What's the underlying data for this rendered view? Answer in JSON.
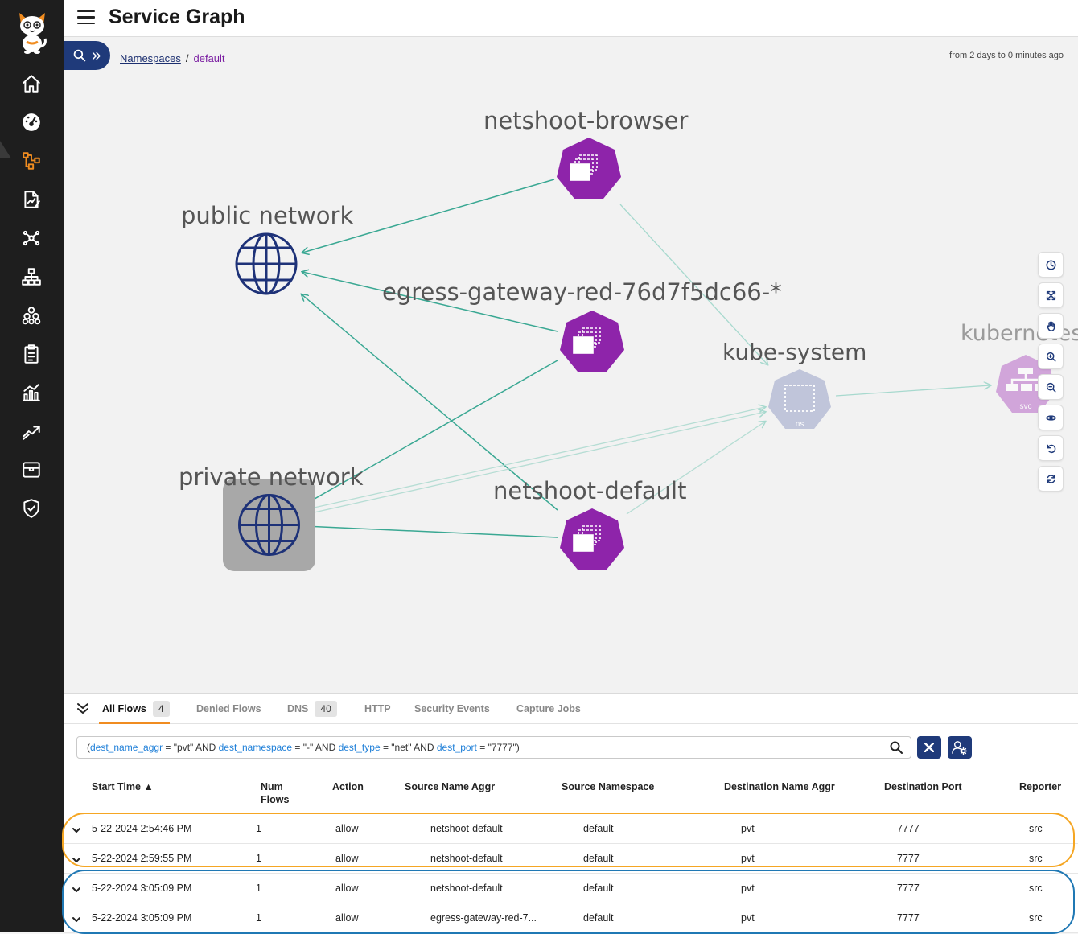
{
  "header": {
    "title": "Service Graph"
  },
  "breadcrumb": {
    "root": "Namespaces",
    "separator": "/",
    "current": "default"
  },
  "time_range": "from 2 days to 0 minutes ago",
  "graph": {
    "nodes": [
      {
        "label": "netshoot-browser",
        "type": "workload"
      },
      {
        "label": "public network",
        "type": "network"
      },
      {
        "label": "egress-gateway-red-76d7f5dc66-*",
        "type": "workload"
      },
      {
        "label": "kube-system",
        "type": "namespace",
        "badge": "ns"
      },
      {
        "label": "kubernetes",
        "type": "service",
        "badge": "svc"
      },
      {
        "label": "private network",
        "type": "network"
      },
      {
        "label": "netshoot-default",
        "type": "workload"
      }
    ]
  },
  "sidebar": {
    "items": [
      {
        "icon": "home-icon"
      },
      {
        "icon": "dashboard-icon"
      },
      {
        "icon": "service-graph-icon",
        "active": true
      },
      {
        "icon": "policy-icon"
      },
      {
        "icon": "network-icon"
      },
      {
        "icon": "hierarchy-icon"
      },
      {
        "icon": "cluster-icon"
      },
      {
        "icon": "clipboard-icon"
      },
      {
        "icon": "bar-chart-icon"
      },
      {
        "icon": "trend-icon"
      },
      {
        "icon": "box-icon"
      },
      {
        "icon": "shield-check-icon"
      }
    ]
  },
  "toolbar": [
    "clock-icon",
    "fit-icon",
    "pan-icon",
    "zoom-in-icon",
    "zoom-out-icon",
    "eye-icon",
    "undo-icon",
    "refresh-icon"
  ],
  "tabs": [
    {
      "label": "All Flows",
      "count": "4",
      "active": true
    },
    {
      "label": "Denied Flows"
    },
    {
      "label": "DNS",
      "count": "40"
    },
    {
      "label": "HTTP"
    },
    {
      "label": "Security Events"
    },
    {
      "label": "Capture Jobs"
    }
  ],
  "filter": {
    "open": "(",
    "k1": "dest_name_aggr",
    "v1": " = \"pvt\" AND ",
    "k2": "dest_namespace",
    "v2": " = \"-\" AND ",
    "k3": "dest_type",
    "v3": " = \"net\" AND ",
    "k4": "dest_port",
    "v4": " = \"7777\")"
  },
  "table": {
    "columns": {
      "start_time": "Start Time ▲",
      "num_flows": "Num\nFlows",
      "action": "Action",
      "source_name_aggr": "Source Name Aggr",
      "source_namespace": "Source Namespace",
      "destination_name_aggr": "Destination Name Aggr",
      "destination_port": "Destination Port",
      "reporter": "Reporter"
    },
    "rows": [
      {
        "start_time": "5-22-2024 2:54:46 PM",
        "num_flows": "1",
        "action": "allow",
        "source_name_aggr": "netshoot-default",
        "source_namespace": "default",
        "destination_name_aggr": "pvt",
        "destination_port": "7777",
        "reporter": "src"
      },
      {
        "start_time": "5-22-2024 2:59:55 PM",
        "num_flows": "1",
        "action": "allow",
        "source_name_aggr": "netshoot-default",
        "source_namespace": "default",
        "destination_name_aggr": "pvt",
        "destination_port": "7777",
        "reporter": "src"
      },
      {
        "start_time": "5-22-2024 3:05:09 PM",
        "num_flows": "1",
        "action": "allow",
        "source_name_aggr": "netshoot-default",
        "source_namespace": "default",
        "destination_name_aggr": "pvt",
        "destination_port": "7777",
        "reporter": "src"
      },
      {
        "start_time": "5-22-2024 3:05:09 PM",
        "num_flows": "1",
        "action": "allow",
        "source_name_aggr": "egress-gateway-red-7...",
        "source_namespace": "default",
        "destination_name_aggr": "pvt",
        "destination_port": "7777",
        "reporter": "src"
      }
    ]
  },
  "colors": {
    "sidebar_bg": "#1e1e1e",
    "accent": "#f08c20",
    "primary": "#1f3a7a",
    "workload": "#8e24aa",
    "edge": "#3aa893",
    "highlight_orange": "#f5a623",
    "highlight_blue": "#1f78b4"
  }
}
